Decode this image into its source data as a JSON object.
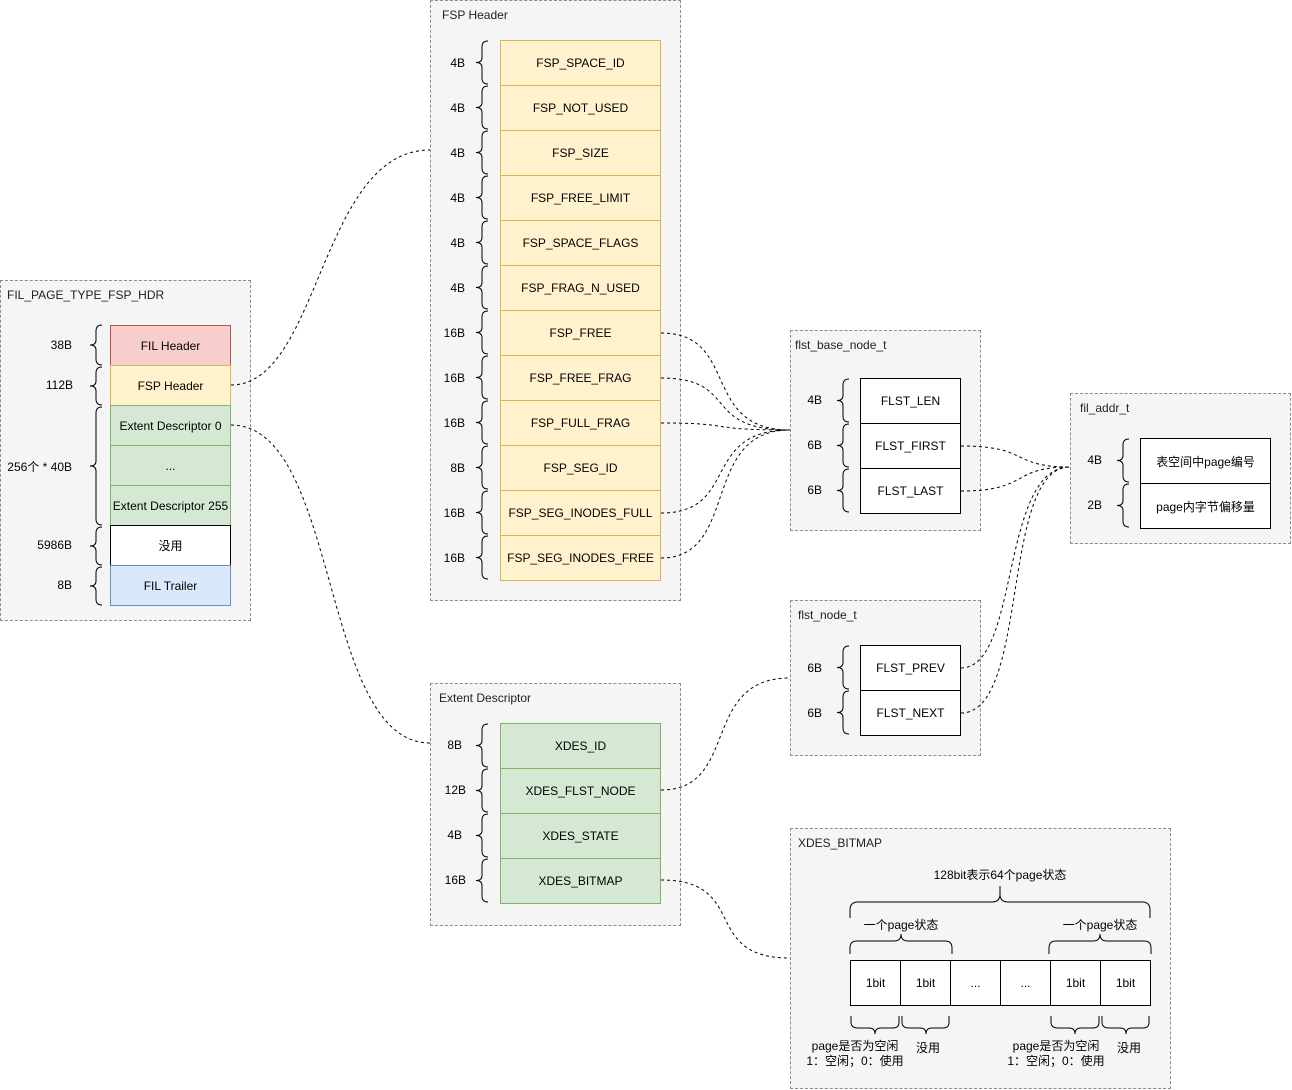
{
  "fil_page": {
    "title": "FIL_PAGE_TYPE_FSP_HDR",
    "sizes": [
      "38B",
      "112B",
      "256个 * 40B",
      "5986B",
      "8B"
    ],
    "cells": [
      "FIL Header",
      "FSP Header",
      "Extent Descriptor 0",
      "...",
      "Extent Descriptor 255",
      "没用",
      "FIL Trailer"
    ]
  },
  "fsp_header": {
    "title": "FSP Header",
    "sizes": [
      "4B",
      "4B",
      "4B",
      "4B",
      "4B",
      "4B",
      "16B",
      "16B",
      "16B",
      "8B",
      "16B",
      "16B"
    ],
    "cells": [
      "FSP_SPACE_ID",
      "FSP_NOT_USED",
      "FSP_SIZE",
      "FSP_FREE_LIMIT",
      "FSP_SPACE_FLAGS",
      "FSP_FRAG_N_USED",
      "FSP_FREE",
      "FSP_FREE_FRAG",
      "FSP_FULL_FRAG",
      "FSP_SEG_ID",
      "FSP_SEG_INODES_FULL",
      "FSP_SEG_INODES_FREE"
    ]
  },
  "flst_base": {
    "title": "flst_base_node_t",
    "sizes": [
      "4B",
      "6B",
      "6B"
    ],
    "cells": [
      "FLST_LEN",
      "FLST_FIRST",
      "FLST_LAST"
    ]
  },
  "fil_addr": {
    "title": "fil_addr_t",
    "sizes": [
      "4B",
      "2B"
    ],
    "cells": [
      "表空间中page编号",
      "page内字节偏移量"
    ]
  },
  "flst_node": {
    "title": "flst_node_t",
    "sizes": [
      "6B",
      "6B"
    ],
    "cells": [
      "FLST_PREV",
      "FLST_NEXT"
    ]
  },
  "extent": {
    "title": "Extent Descriptor",
    "sizes": [
      "8B",
      "12B",
      "4B",
      "16B"
    ],
    "cells": [
      "XDES_ID",
      "XDES_FLST_NODE",
      "XDES_STATE",
      "XDES_BITMAP"
    ]
  },
  "bitmap": {
    "title": "XDES_BITMAP",
    "top_label": "128bit表示64个page状态",
    "state_label": "一个page状态",
    "bits": [
      "1bit",
      "1bit",
      "...",
      "...",
      "1bit",
      "1bit"
    ],
    "free_label_1": "page是否为空闲",
    "free_label_2": "1：空闲；0：使用",
    "unused_label": "没用"
  },
  "colors": {
    "red_fill": "#f8cecc",
    "yellow_fill": "#fff2cc",
    "green_fill": "#d5e8d4",
    "blue_fill": "#dae8fc",
    "group_fill": "#f5f5f5"
  }
}
